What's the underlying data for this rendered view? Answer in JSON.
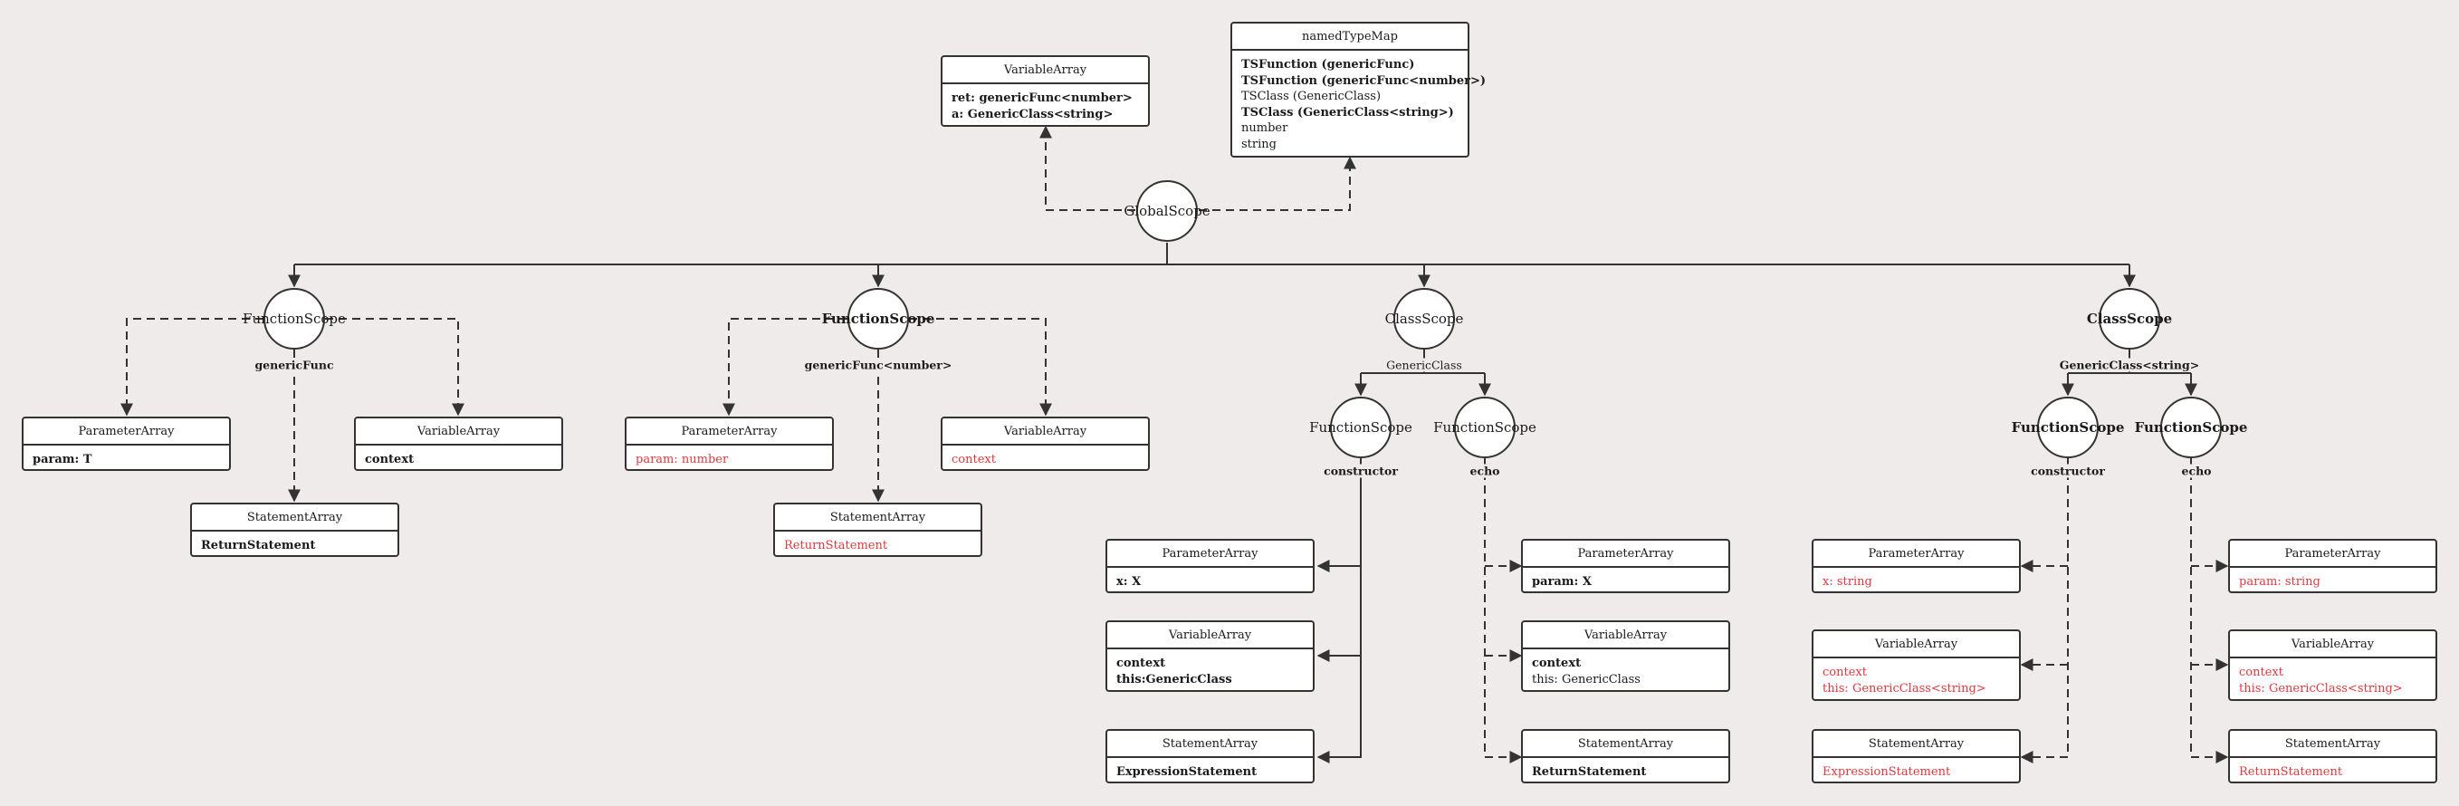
{
  "global": {
    "label": "GlobalScope"
  },
  "global_varray": {
    "title": "VariableArray",
    "items": [
      "ret: genericFunc<number>",
      "a: GenericClass<string>"
    ]
  },
  "typemap": {
    "title": "namedTypeMap",
    "items": [
      "TSFunction (genericFunc)",
      "TSFunction (genericFunc<number>)",
      "TSClass (GenericClass)",
      "TSClass (GenericClass<string>)",
      "number",
      "string"
    ]
  },
  "fs1": {
    "label": "FunctionScope",
    "name": "genericFunc",
    "param": {
      "title": "ParameterArray",
      "item": "param: T"
    },
    "var": {
      "title": "VariableArray",
      "item": "context"
    },
    "stmt": {
      "title": "StatementArray",
      "item": "ReturnStatement"
    }
  },
  "fs2": {
    "label": "FunctionScope",
    "name": "genericFunc<number>",
    "param": {
      "title": "ParameterArray",
      "item": "param: number"
    },
    "var": {
      "title": "VariableArray",
      "item": "context"
    },
    "stmt": {
      "title": "StatementArray",
      "item": "ReturnStatement"
    }
  },
  "cs1": {
    "label": "ClassScope",
    "name": "GenericClass",
    "ctor": {
      "label": "FunctionScope",
      "name": "constructor",
      "param": {
        "title": "ParameterArray",
        "item": "x: X"
      },
      "var": {
        "title": "VariableArray",
        "items": [
          "context",
          "this:GenericClass"
        ]
      },
      "stmt": {
        "title": "StatementArray",
        "item": "ExpressionStatement"
      }
    },
    "echo": {
      "label": "FunctionScope",
      "name": "echo",
      "param": {
        "title": "ParameterArray",
        "item": "param: X"
      },
      "var": {
        "title": "VariableArray",
        "items": [
          "context",
          "this: GenericClass"
        ]
      },
      "stmt": {
        "title": "StatementArray",
        "item": "ReturnStatement"
      }
    }
  },
  "cs2": {
    "label": "ClassScope",
    "name": "GenericClass<string>",
    "ctor": {
      "label": "FunctionScope",
      "name": "constructor",
      "param": {
        "title": "ParameterArray",
        "item": "x: string"
      },
      "var": {
        "title": "VariableArray",
        "items": [
          "context",
          "this: GenericClass<string>"
        ]
      },
      "stmt": {
        "title": "StatementArray",
        "item": "ExpressionStatement"
      }
    },
    "echo": {
      "label": "FunctionScope",
      "name": "echo",
      "param": {
        "title": "ParameterArray",
        "item": "param: string"
      },
      "var": {
        "title": "VariableArray",
        "items": [
          "context",
          "this: GenericClass<string>"
        ]
      },
      "stmt": {
        "title": "StatementArray",
        "item": "ReturnStatement"
      }
    }
  },
  "colors": {
    "highlight": "#e0393e",
    "line": "#333333",
    "background": "#efebea"
  }
}
